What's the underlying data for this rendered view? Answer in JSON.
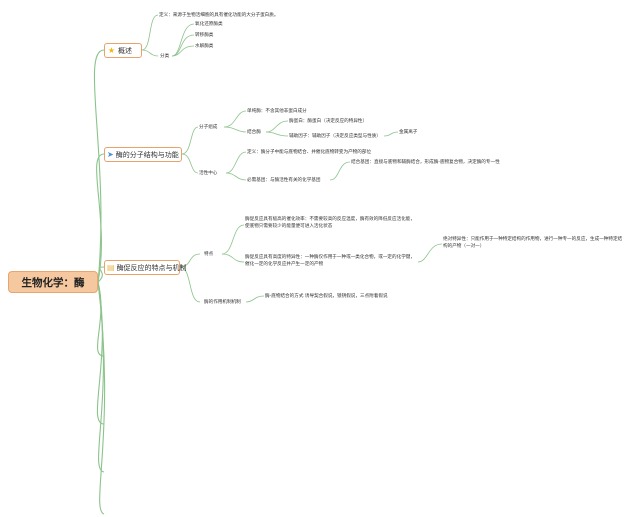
{
  "root": {
    "label": "生物化学：酶"
  },
  "branches": [
    {
      "label": "概述",
      "icon": "star-icon",
      "children": {
        "definition": "定义：来源于生物活细胞的具有催化功能的大分子蛋白质。",
        "classification": "分类",
        "classes": [
          "氧化还原酶类",
          "转移酶类",
          "水解酶类"
        ]
      }
    },
    {
      "label": "酶的分子结构与功能",
      "icon": "paper-plane-icon",
      "children": {
        "composition": "分子组成",
        "simple": "单纯酶：不含其他非蛋白成分",
        "conjugated": "结合酶",
        "apoenzyme": "酶蛋白：酶蛋白（决定反应的特异性）",
        "cofactor": "辅助因子：辅助因子（决定反应类型与性质）",
        "metal": "金属离子",
        "active_center": "活性中心",
        "ac_definition": "定义：酶分子中能与底物结合、并催化底物转变为产物的部位",
        "essential": "必需基团：与酶活性有关的化学基团",
        "binding": "结合基团：直接与底物和辅酶结合，形成酶-底物复合物，决定酶的专一性"
      }
    },
    {
      "label": "酶促反应的特点与机制",
      "icon": "bookmark-icon",
      "children": {
        "features": "特点",
        "efficiency": "酶促反应具有极高的催化效率：不需要较高的反应温度，酶有效的降低反应活化能，使底物只需要较少的能量便可进入活化状态",
        "specificity": "酶促反应具有高度的特异性：一种酶仅作用于一种或一类化合物，或一定的化学键，催化一定的化学反应并产生一定的产物",
        "absolute": "绝对特异性：只能作用于一种特定结构的作用物，进行一种专一的反应，生成一种特定结构的产物（一对一）",
        "mechanism": "酶的作用机制机制",
        "mechanism_detail": "酶-底物结合的方式 诱导契合假说，锁钥假说，三点附着假说"
      }
    }
  ]
}
